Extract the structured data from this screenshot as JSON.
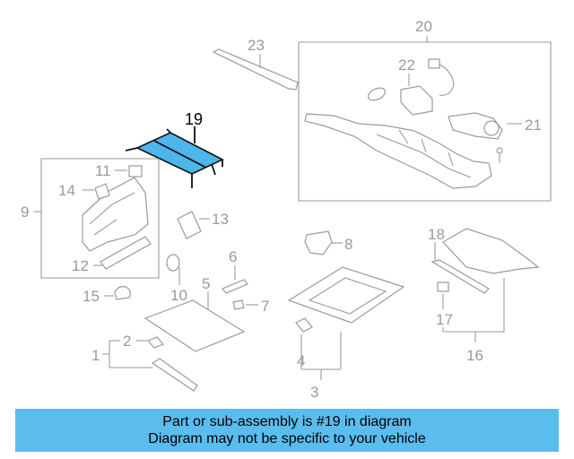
{
  "diagram": {
    "callouts": {
      "c1": "1",
      "c2": "2",
      "c3": "3",
      "c4": "4",
      "c5": "5",
      "c6": "6",
      "c7": "7",
      "c8": "8",
      "c9": "9",
      "c10": "10",
      "c11": "11",
      "c12": "12",
      "c13": "13",
      "c14": "14",
      "c15": "15",
      "c16": "16",
      "c17": "17",
      "c18": "18",
      "c19": "19",
      "c20": "20",
      "c21": "21",
      "c22": "22",
      "c23": "23"
    },
    "highlight_color": "#4db6ea",
    "highlighted_part": "19"
  },
  "banner": {
    "line1": "Part or sub-assembly is #19 in diagram",
    "line2": "Diagram may not be specific to your vehicle",
    "color": "#5bbcee"
  }
}
